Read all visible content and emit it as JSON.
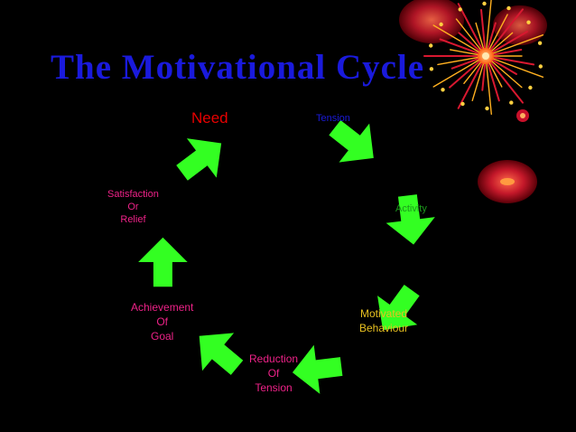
{
  "slide": {
    "title": "The Motivational Cycle",
    "stages": {
      "need": [
        "Need"
      ],
      "tension": [
        "Tension"
      ],
      "activity": [
        "Activity"
      ],
      "motivated_behaviour": [
        "Motivated",
        "Behaviour"
      ],
      "reduction_of_tension": [
        "Reduction",
        "Of",
        "Tension"
      ],
      "achievement_of_goal": [
        "Achievement",
        "Of",
        "Goal"
      ],
      "satisfaction_or_relief": [
        "Satisfaction",
        "Or",
        "Relief"
      ]
    }
  },
  "colors": {
    "background": "#000000",
    "title": "#1a1adc",
    "arrow_fill": "#33ff22",
    "need": "#e80000",
    "tension": "#1a1ad8",
    "activity": "#1c9a1c",
    "motivated": "#e8c020",
    "pink_labels": "#ee2288"
  },
  "icons": [
    "cycle-arrow-icon",
    "firework-flower-decoration"
  ]
}
